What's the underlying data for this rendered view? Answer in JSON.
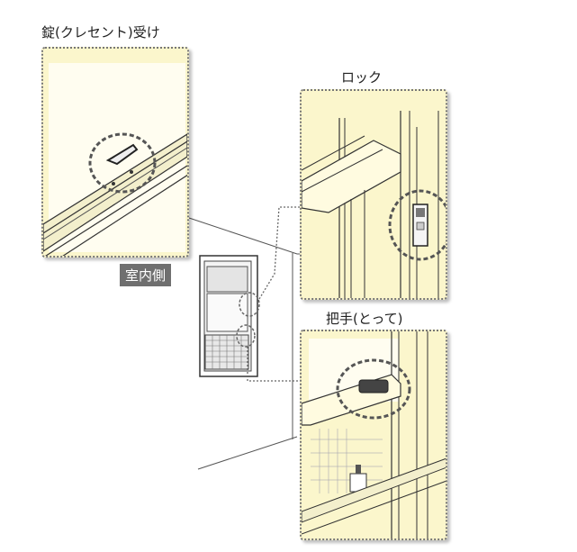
{
  "labels": {
    "crescent": "錠(クレセント)受け",
    "lock": "ロック",
    "handle": "把手(とって)",
    "indoor": "室内側"
  }
}
